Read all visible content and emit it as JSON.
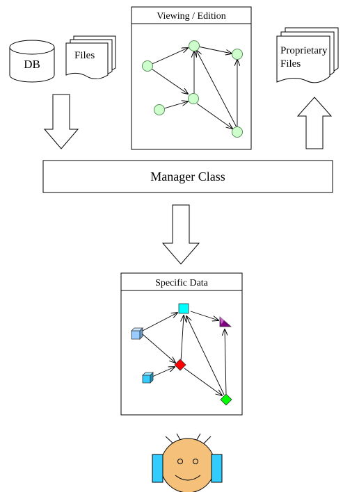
{
  "sources": {
    "db_label": "DB",
    "files_label": "Files"
  },
  "viewing_panel": {
    "title": "Viewing / Edition"
  },
  "output": {
    "line1": "Proprietary",
    "line2": "Files"
  },
  "manager": {
    "label": "Manager Class"
  },
  "specific_panel": {
    "title": "Specific Data"
  },
  "colors": {
    "node_fill": "#ccffcc",
    "node_stroke": "#5a8a5a",
    "cyan_square": "#00ffff",
    "purple_triangle": "#800080",
    "red_diamond": "#ff0000",
    "green_diamond": "#00ff00",
    "blue_cube": "#99ccff",
    "cube_light": "#33ccff",
    "face_fill": "#f4c07a",
    "headphone_fill": "#33ccff"
  }
}
